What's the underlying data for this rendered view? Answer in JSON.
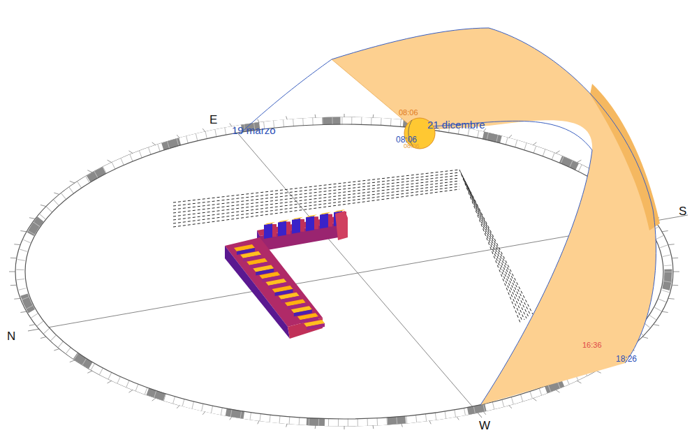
{
  "diagram": {
    "labels": [
      "E",
      "19 marzo",
      "08:06",
      "21 dicembre",
      "08:06",
      "08:06",
      "S",
      "N",
      "W",
      "16:36",
      "18:26"
    ]
  }
}
